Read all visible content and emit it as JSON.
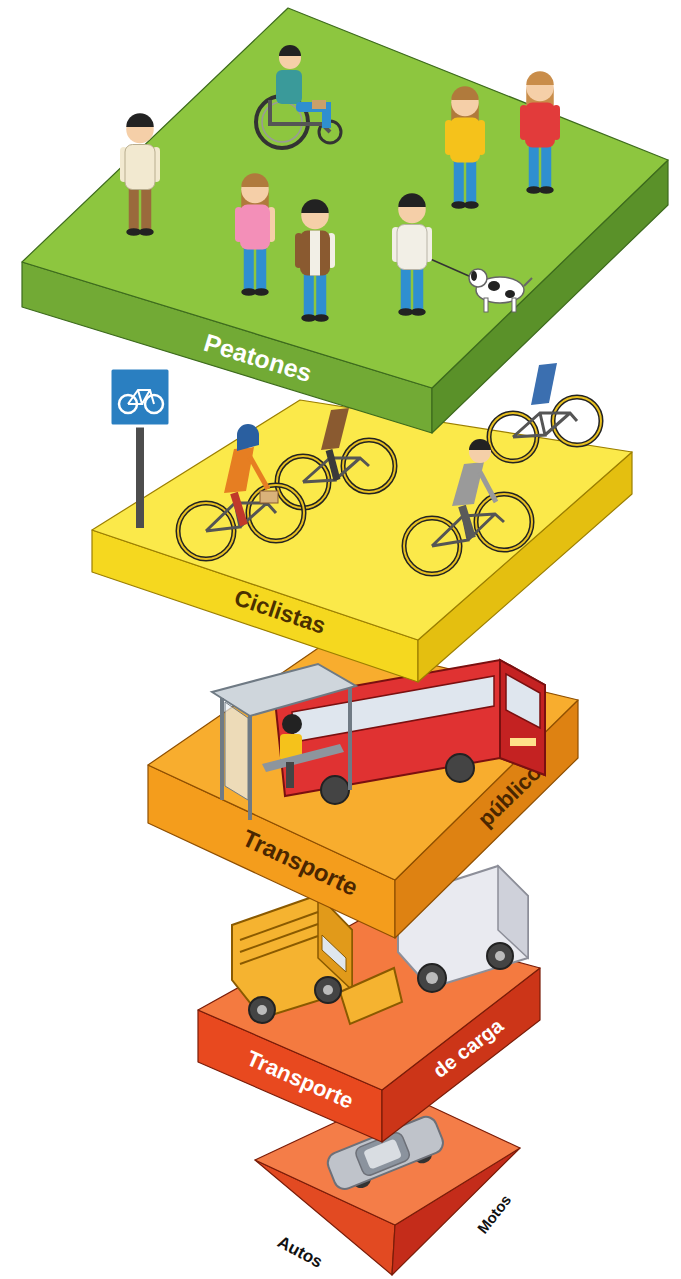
{
  "diagram": {
    "nodes": [
      {
        "text": [
          "Peatones"
        ]
      },
      {
        "text": [
          "Ciclistas"
        ]
      },
      {
        "text": [
          "Transporte",
          "público"
        ]
      },
      {
        "text": [
          "Transporte",
          "de carga"
        ]
      },
      {
        "text": [
          "Autos",
          "Motos"
        ]
      }
    ]
  }
}
